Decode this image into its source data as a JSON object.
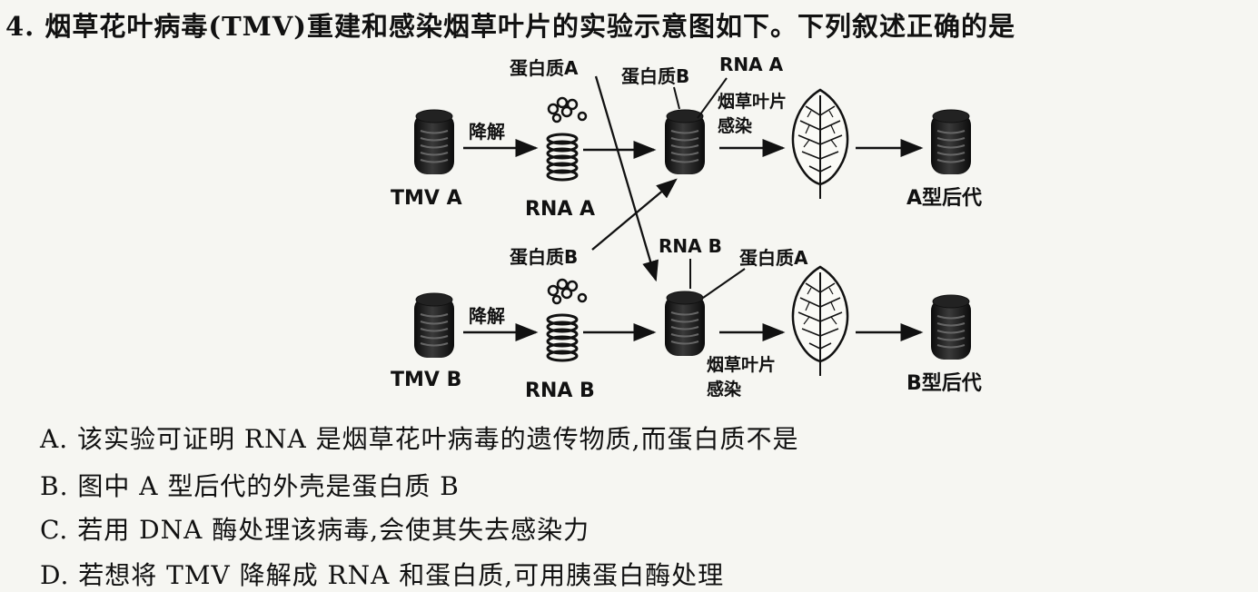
{
  "question": {
    "text": "4. 烟草花叶病毒(TMV)重建和感染烟草叶片的实验示意图如下。下列叙述正确的是"
  },
  "diagram": {
    "row_a": {
      "virus_label": "TMV A",
      "degrade_label": "降解",
      "rna_label": "RNA A",
      "protein_top_label": "蛋白质A",
      "recon_protein_label": "蛋白质B",
      "recon_rna_label": "RNA A",
      "infect_label_1": "烟草叶片",
      "infect_label_2": "感染",
      "offspring_label": "A型后代"
    },
    "row_b": {
      "virus_label": "TMV B",
      "degrade_label": "降解",
      "rna_label": "RNA B",
      "protein_top_label": "蛋白质B",
      "recon_rna_label": "RNA B",
      "recon_protein_label": "蛋白质A",
      "infect_label_1": "烟草叶片",
      "infect_label_2": "感染",
      "offspring_label": "B型后代"
    }
  },
  "options": [
    {
      "text": "A. 该实验可证明 RNA 是烟草花叶病毒的遗传物质,而蛋白质不是"
    },
    {
      "text": "B. 图中 A 型后代的外壳是蛋白质 B"
    },
    {
      "text": "C. 若用 DNA 酶处理该病毒,会使其失去感染力"
    },
    {
      "text": "D. 若想将 TMV 降解成 RNA 和蛋白质,可用胰蛋白酶处理"
    }
  ]
}
